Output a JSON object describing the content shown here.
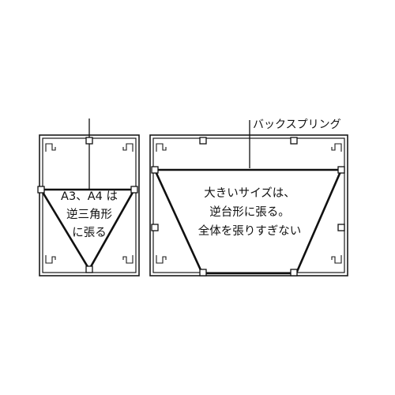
{
  "callout_label": "バックスプリング",
  "small_frame": {
    "text_lines": [
      "A3、A4 は",
      "逆三角形",
      "に張る"
    ]
  },
  "large_frame": {
    "text_lines": [
      "大きいサイズは、",
      "逆台形に張る。",
      "全体を張りすぎない"
    ]
  }
}
